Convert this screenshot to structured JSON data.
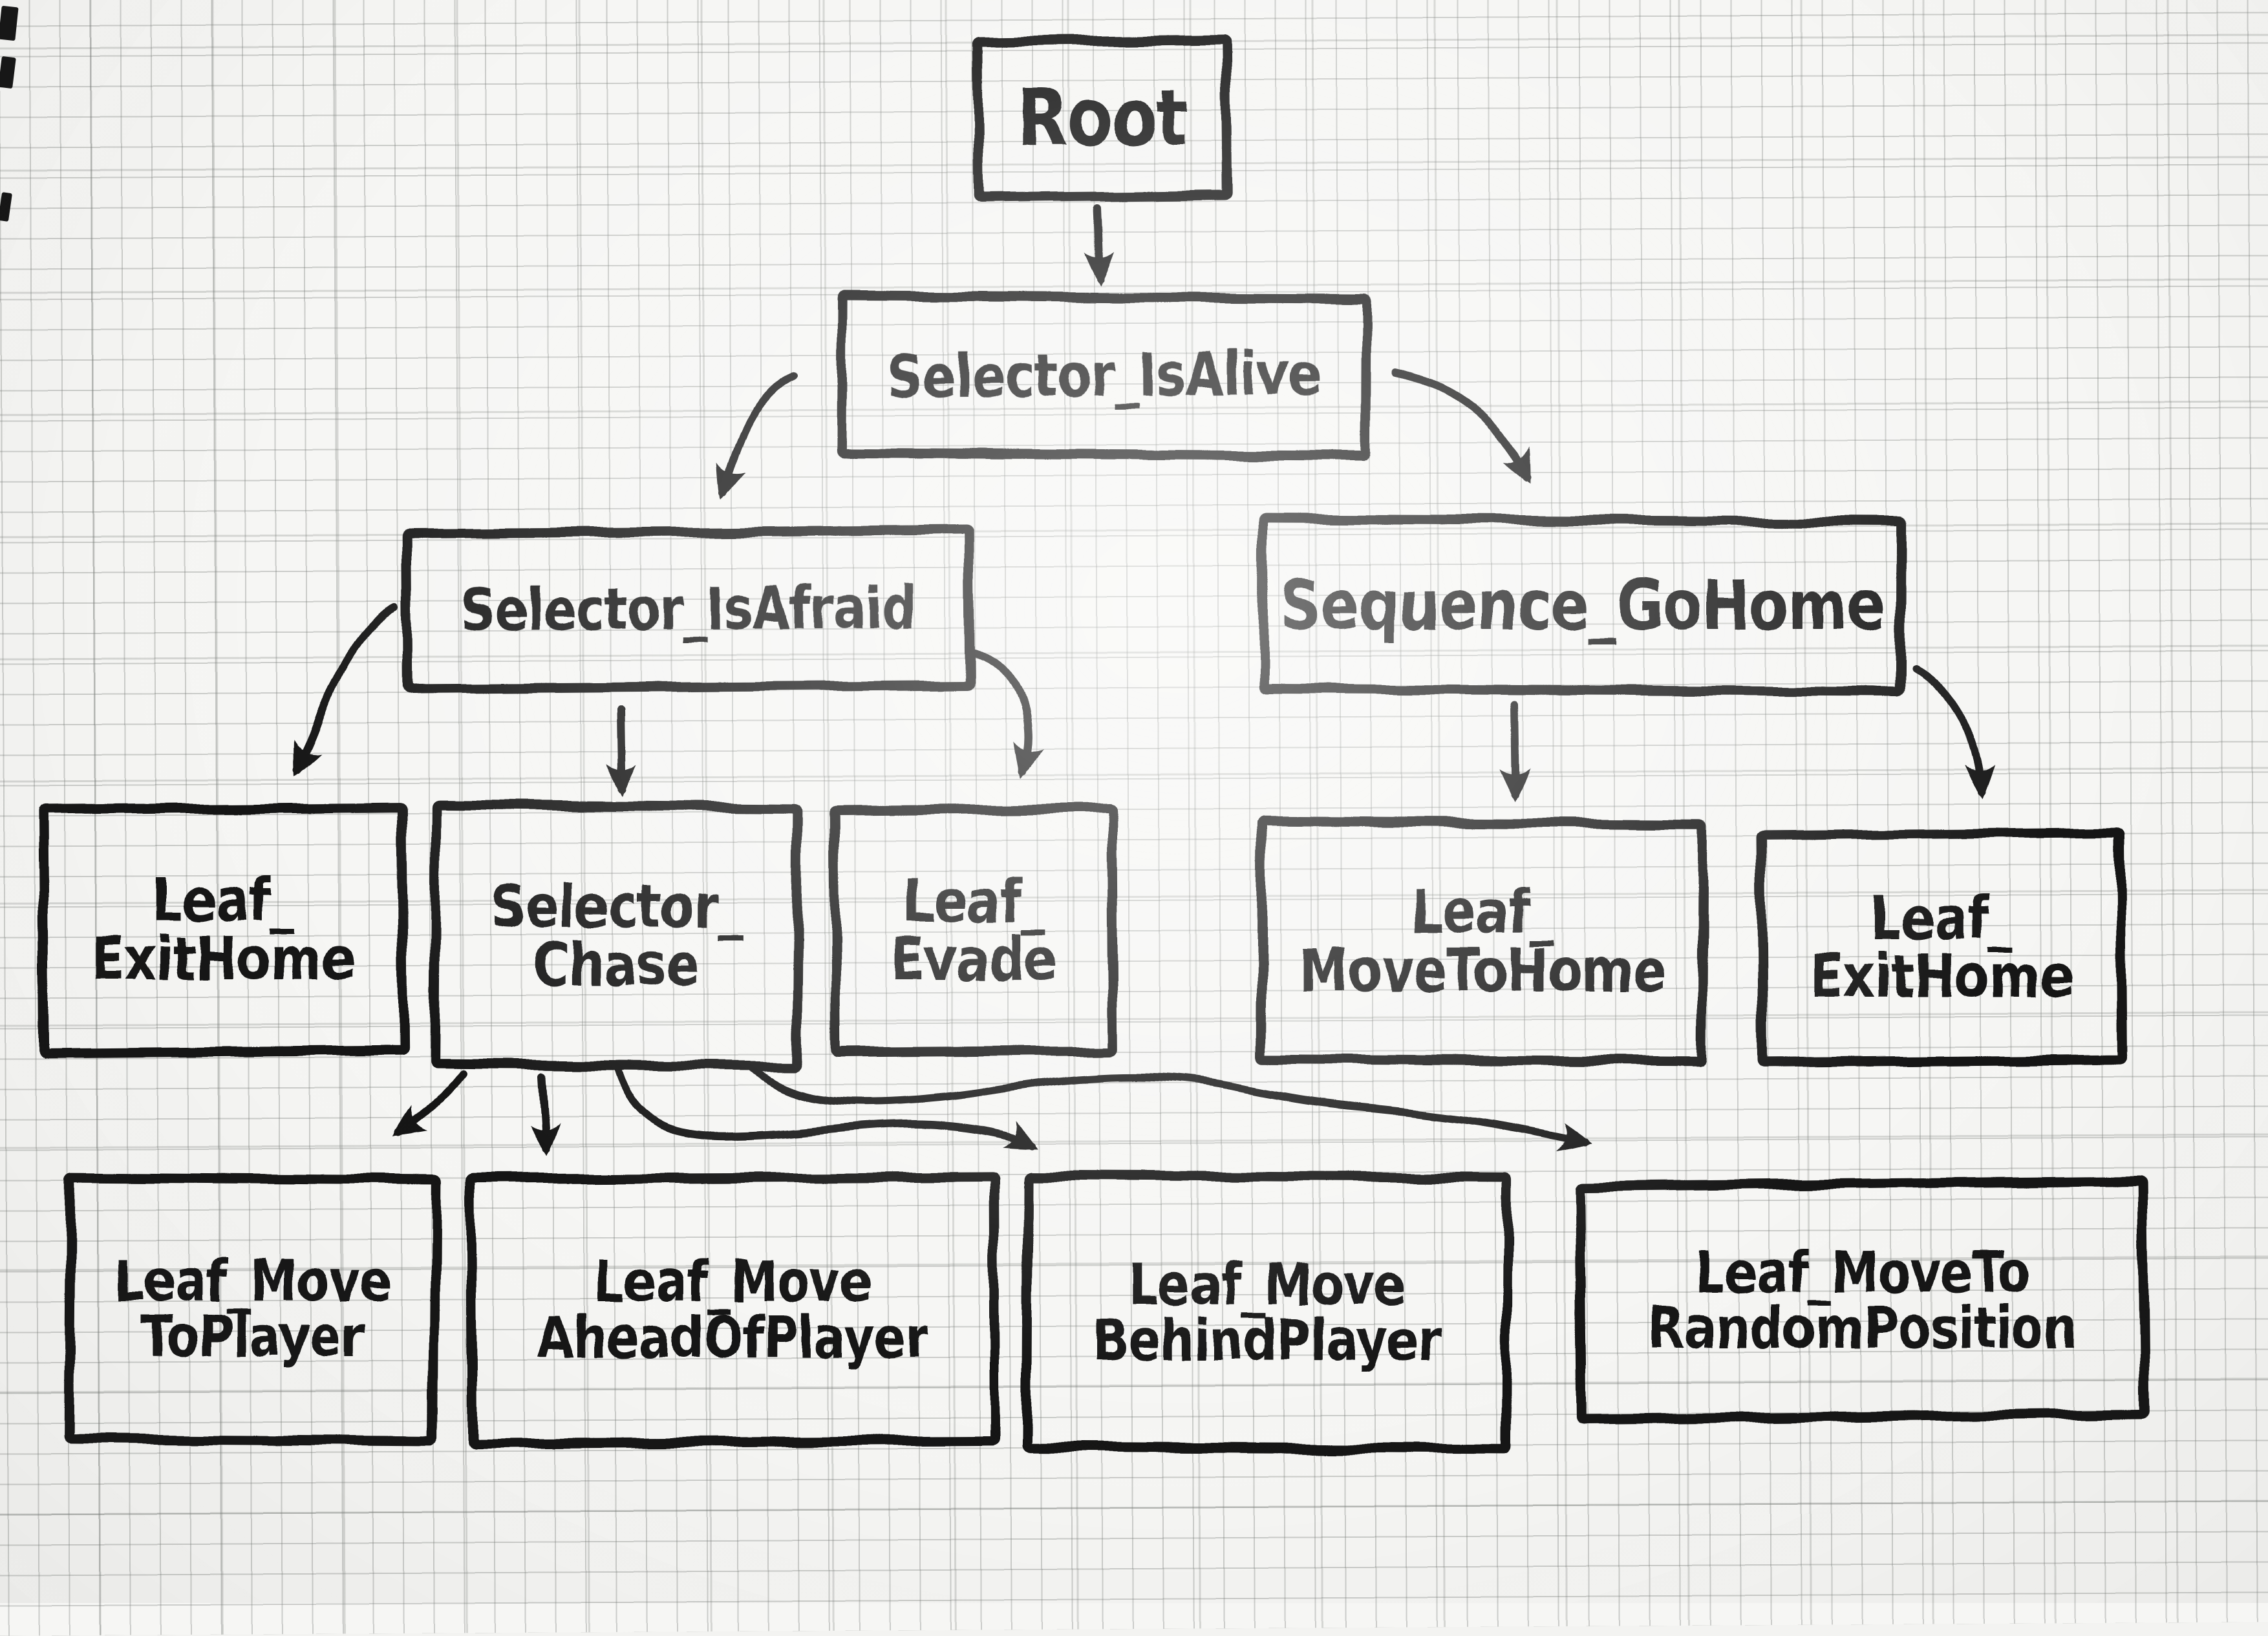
{
  "diagram": {
    "type": "behavior-tree-sketch",
    "nodes": {
      "root": {
        "label": "Root"
      },
      "selector_isalive": {
        "label": "Selector_IsAlive"
      },
      "selector_isafraid": {
        "label": "Selector_IsAfraid"
      },
      "sequence_gohome": {
        "label": "Sequence_GoHome"
      },
      "leaf_exithome_left": {
        "label": "Leaf_\nExitHome"
      },
      "selector_chase": {
        "label": "Selector_\nChase"
      },
      "leaf_evade": {
        "label": "Leaf_\nEvade"
      },
      "leaf_movetohome": {
        "label": "Leaf_\nMoveToHome"
      },
      "leaf_exithome_right": {
        "label": "Leaf_\nExitHome"
      },
      "leaf_movetoplayer": {
        "label": "Leaf_Move\nToPlayer"
      },
      "leaf_moveaheadofplayer": {
        "label": "Leaf_Move\nAheadOfPlayer"
      },
      "leaf_movebehindplayer": {
        "label": "Leaf_Move\nBehindPlayer"
      },
      "leaf_movetorandomposition": {
        "label": "Leaf_MoveTo\nRandomPosition"
      }
    },
    "edges": [
      {
        "from": "root",
        "to": "selector_isalive"
      },
      {
        "from": "selector_isalive",
        "to": "selector_isafraid"
      },
      {
        "from": "selector_isalive",
        "to": "sequence_gohome"
      },
      {
        "from": "selector_isafraid",
        "to": "leaf_exithome_left"
      },
      {
        "from": "selector_isafraid",
        "to": "selector_chase"
      },
      {
        "from": "selector_isafraid",
        "to": "leaf_evade"
      },
      {
        "from": "sequence_gohome",
        "to": "leaf_movetohome"
      },
      {
        "from": "sequence_gohome",
        "to": "leaf_exithome_right"
      },
      {
        "from": "selector_chase",
        "to": "leaf_movetoplayer"
      },
      {
        "from": "selector_chase",
        "to": "leaf_moveaheadofplayer"
      },
      {
        "from": "selector_chase",
        "to": "leaf_movebehindplayer"
      },
      {
        "from": "selector_chase",
        "to": "leaf_movetorandomposition"
      }
    ],
    "colors": {
      "ink": "#151515",
      "paper": "#f6f6f4",
      "grid": "#b8bcb8"
    }
  }
}
